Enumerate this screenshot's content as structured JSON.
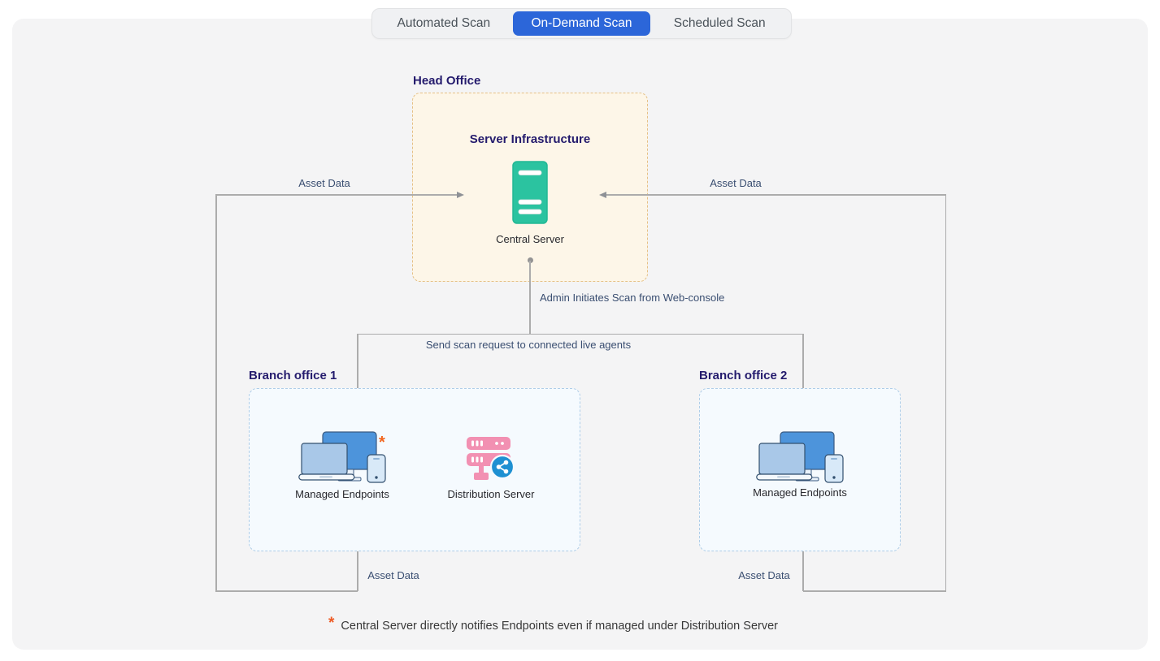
{
  "tabs": {
    "items": [
      {
        "label": "Automated Scan",
        "active": false
      },
      {
        "label": "On-Demand Scan",
        "active": true
      },
      {
        "label": "Scheduled Scan",
        "active": false
      }
    ],
    "active_color": "#2C66D9"
  },
  "head_office": {
    "title": "Head Office",
    "subtitle": "Server Infrastructure",
    "server_label": "Central Server"
  },
  "branch_office_1": {
    "title": "Branch office 1",
    "endpoints_label": "Managed Endpoints",
    "endpoints_asterisk": "*",
    "distribution_label": "Distribution Server"
  },
  "branch_office_2": {
    "title": "Branch office 2",
    "endpoints_label": "Managed Endpoints"
  },
  "connectors": {
    "asset_data": "Asset Data",
    "admin_initiates": "Admin Initiates Scan from Web-console",
    "send_scan_request": "Send scan request to connected live agents"
  },
  "footnote": {
    "asterisk": "*",
    "text": "Central Server directly notifies Endpoints even if managed under Distribution Server"
  },
  "icons": {
    "central_server": "server-icon",
    "managed_endpoints": "devices-icon",
    "distribution_server": "share-server-icon"
  },
  "colors": {
    "tab_active_bg": "#2C66D9",
    "head_office_fill": "#FDF6E8",
    "head_office_border": "#E5C085",
    "branch_fill": "#F5FAFE",
    "branch_border": "#AECDE8",
    "server_green": "#2BC3A0",
    "distribution_pink": "#F290B2",
    "share_blue": "#1E90D2",
    "asterisk_orange": "#EE5B25",
    "line_gray": "#ACACAC",
    "title_indigo": "#241B6D",
    "connector_label_navy": "#3A4E71"
  }
}
